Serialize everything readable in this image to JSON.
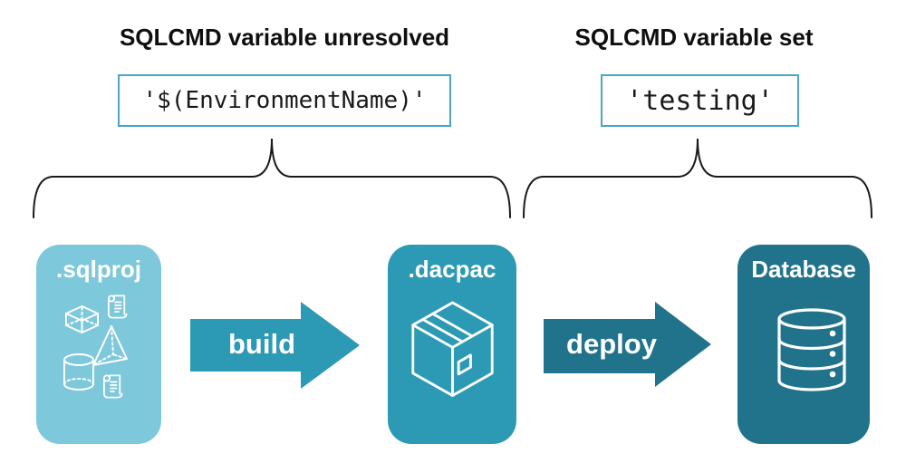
{
  "annotations": {
    "unresolved": {
      "title": "SQLCMD variable unresolved",
      "value": "'$(EnvironmentName)'"
    },
    "resolved": {
      "title": "SQLCMD variable set",
      "value": "'testing'"
    }
  },
  "pipeline": {
    "stages": [
      {
        "label": ".sqlproj",
        "icon": "sql-project-objects-icon"
      },
      {
        "label": ".dacpac",
        "icon": "package-box-icon"
      },
      {
        "label": "Database",
        "icon": "database-icon"
      }
    ],
    "arrows": [
      {
        "label": "build"
      },
      {
        "label": "deploy"
      }
    ]
  },
  "colors": {
    "sqlproj_card": "#7ec8db",
    "dacpac_card_and_build_arrow": "#2d9ab5",
    "database_card_and_deploy_arrow": "#21738b",
    "value_box_border": "#4aa6c4",
    "text": "#0f0f0f",
    "icon_stroke": "#ffffff",
    "background": "#ffffff"
  }
}
